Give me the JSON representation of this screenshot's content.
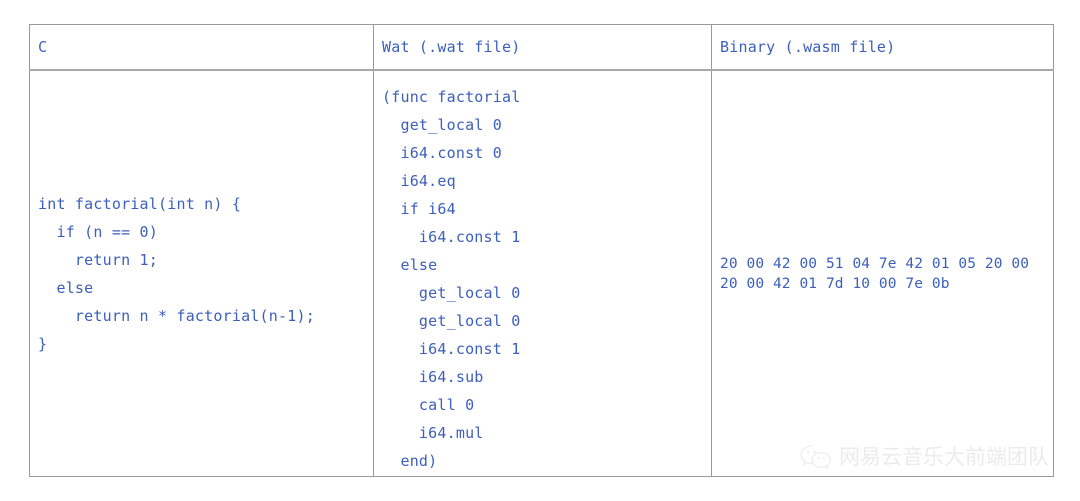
{
  "table": {
    "columns": [
      {
        "key": "c",
        "header": "C"
      },
      {
        "key": "wat",
        "header": "Wat (.wat file)"
      },
      {
        "key": "binary",
        "header": "Binary (.wasm file)"
      }
    ],
    "rows": [
      {
        "c": "int factorial(int n) {\n  if (n == 0)\n    return 1;\n  else\n    return n * factorial(n-1);\n}",
        "wat": "(func factorial\n  get_local 0\n  i64.const 0\n  i64.eq\n  if i64\n    i64.const 1\n  else\n    get_local 0\n    get_local 0\n    i64.const 1\n    i64.sub\n    call 0\n    i64.mul\n  end)",
        "binary": "20 00 42 00 51 04 7e 42 01 05 20 00\n20 00 42 01 7d 10 00 7e 0b"
      }
    ]
  },
  "watermark": {
    "icon": "wechat-icon",
    "text": "网易云音乐大前端团队"
  },
  "colors": {
    "code_text": "#3c5fbe",
    "border": "#9a9a9a",
    "header_rule": "#a8a8a8",
    "background": "#ffffff",
    "watermark_text": "#d8d8d8"
  }
}
